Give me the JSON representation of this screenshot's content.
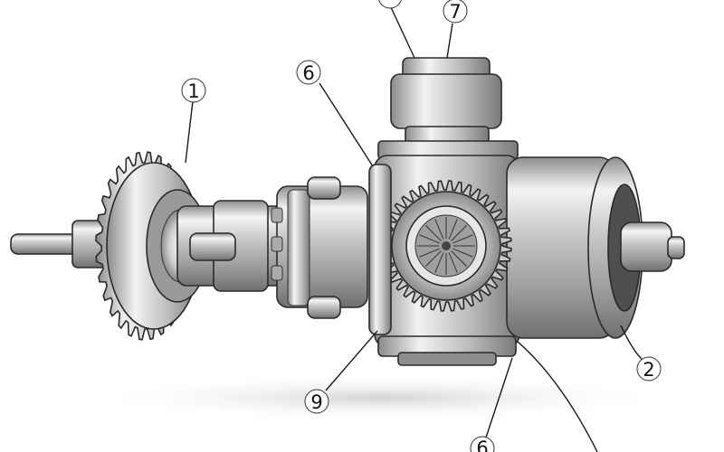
{
  "diagram": {
    "callouts": [
      {
        "id": "c1",
        "label": "1"
      },
      {
        "id": "c2",
        "label": "2"
      },
      {
        "id": "c6a",
        "label": "6"
      },
      {
        "id": "c7",
        "label": "7"
      },
      {
        "id": "c9",
        "label": "9"
      },
      {
        "id": "c6b",
        "label": "6"
      }
    ]
  },
  "colors": {
    "background": "#ffffff",
    "metal_light": "#e9e9e9",
    "metal_mid": "#b9b9b9",
    "metal_dark": "#7a7a7a",
    "outline": "#2a2a2a",
    "shadow": "#d9d9d9"
  }
}
